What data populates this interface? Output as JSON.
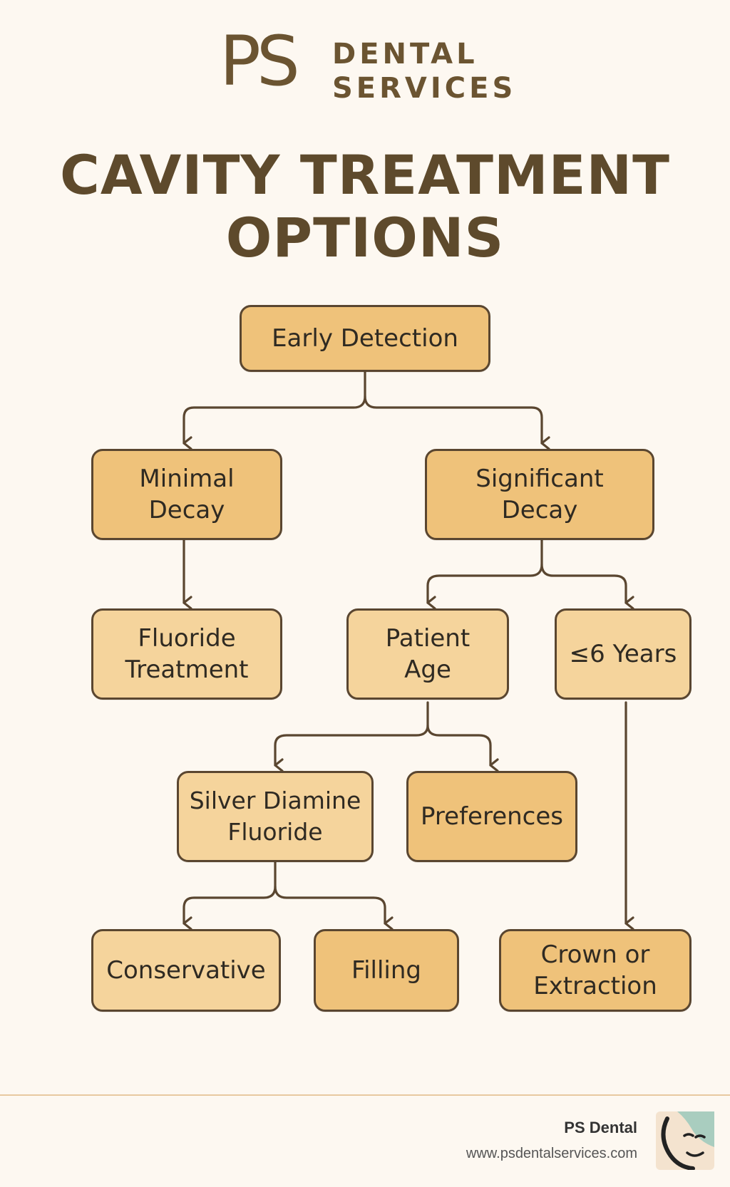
{
  "header": {
    "logo_ps": "PS",
    "logo_line1": "DENTAL",
    "logo_line2": "SERVICES",
    "title_line1": "CAVITY TREATMENT",
    "title_line2": "OPTIONS"
  },
  "diagram": {
    "nodes": {
      "early_detection": "Early Detection",
      "minimal_decay": [
        "Minimal",
        "Decay"
      ],
      "significant_decay": [
        "Significant",
        "Decay"
      ],
      "fluoride_treatment": [
        "Fluoride",
        "Treatment"
      ],
      "patient_age": [
        "Patient",
        "Age"
      ],
      "six_years": "≤6 Years",
      "silver_diamine": [
        "Silver Diamine",
        "Fluoride"
      ],
      "preferences": "Preferences",
      "conservative": "Conservative",
      "filling": "Filling",
      "crown_extraction": [
        "Crown or",
        "Extraction"
      ]
    },
    "edges": [
      [
        "early_detection",
        "minimal_decay"
      ],
      [
        "early_detection",
        "significant_decay"
      ],
      [
        "minimal_decay",
        "fluoride_treatment"
      ],
      [
        "significant_decay",
        "patient_age"
      ],
      [
        "significant_decay",
        "six_years"
      ],
      [
        "patient_age",
        "silver_diamine"
      ],
      [
        "patient_age",
        "preferences"
      ],
      [
        "silver_diamine",
        "conservative"
      ],
      [
        "silver_diamine",
        "filling"
      ],
      [
        "six_years",
        "crown_extraction"
      ]
    ]
  },
  "footer": {
    "name": "PS Dental",
    "url": "www.psdentalservices.com"
  },
  "colors": {
    "brand_brown": "#6b5431",
    "node_dark": "#efc27a",
    "node_light": "#f5d49c",
    "border": "#5a4630",
    "background": "#fdf8f1"
  }
}
